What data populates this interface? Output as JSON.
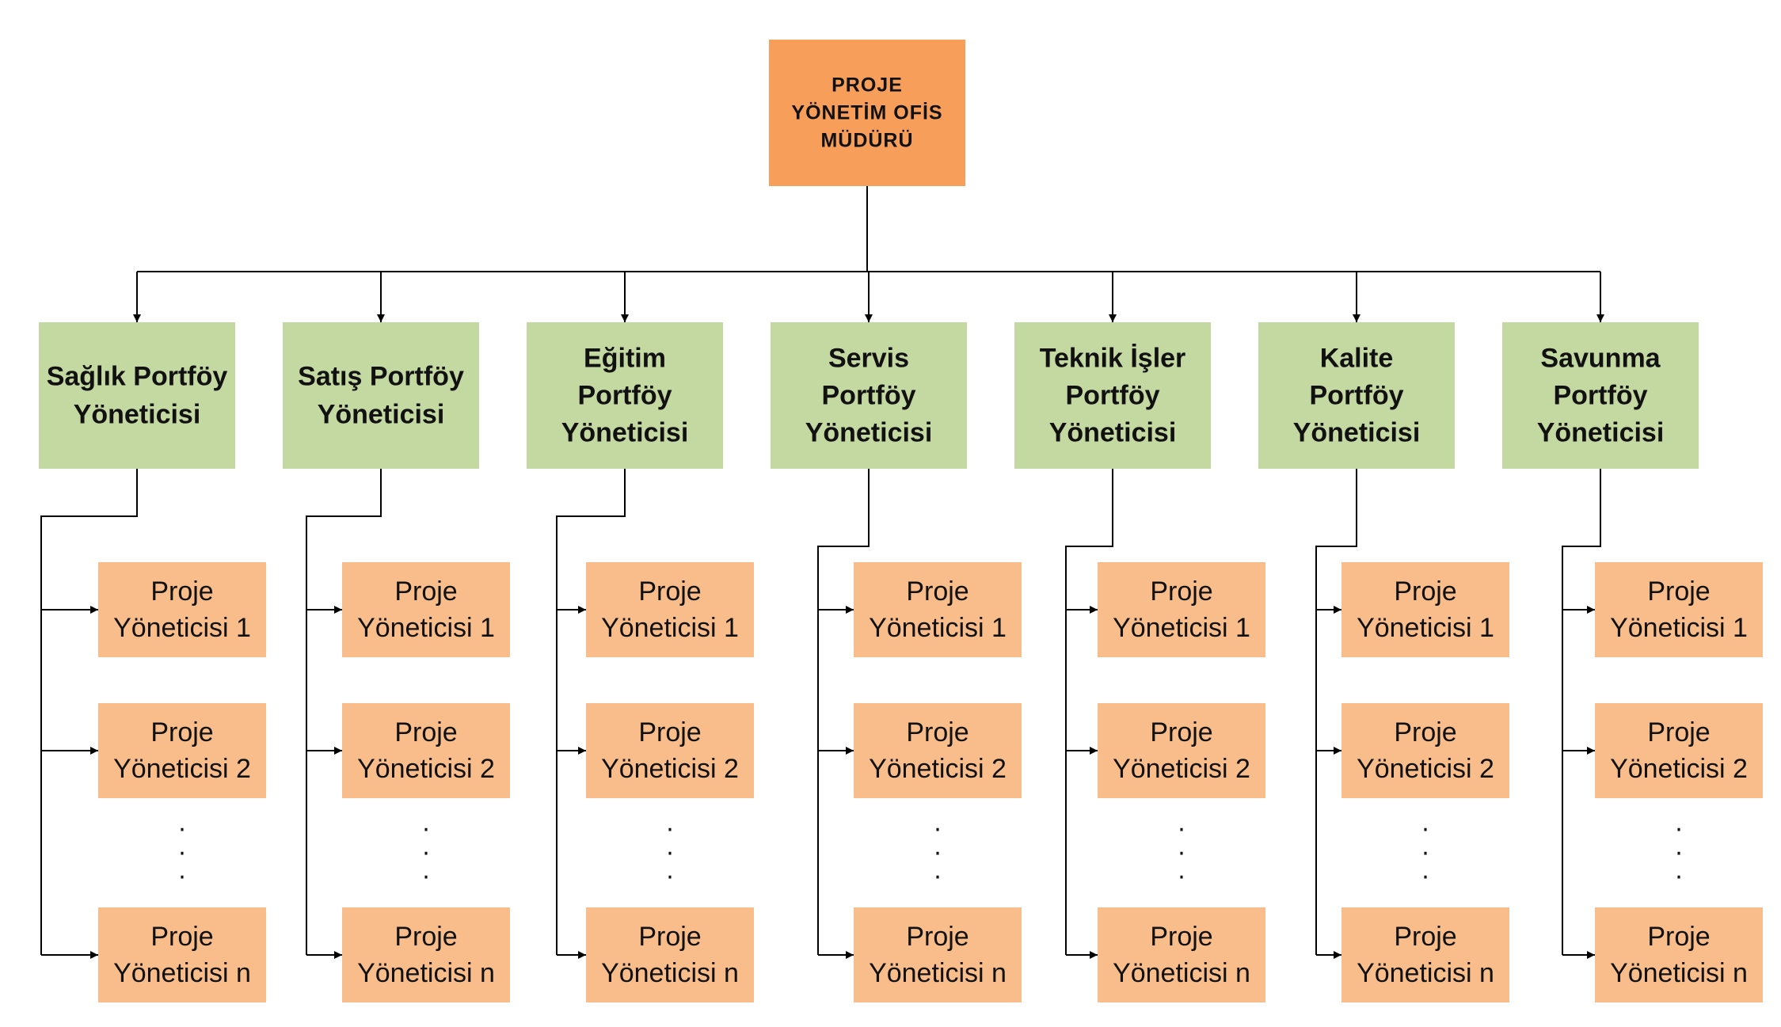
{
  "colors": {
    "top_fill": "#f79e5b",
    "manager_fill": "#c4d8a2",
    "pm_fill": "#f8bd8b",
    "line": "#000000"
  },
  "top": {
    "lines": [
      "PROJE",
      "YÖNETİM OFİS",
      "MÜDÜRÜ"
    ]
  },
  "managers": [
    {
      "lines": [
        "Sağlık Portföy",
        "Yöneticisi"
      ]
    },
    {
      "lines": [
        "Satış  Portföy",
        "Yöneticisi"
      ]
    },
    {
      "lines": [
        "Eğitim",
        "Portföy",
        "Yöneticisi"
      ]
    },
    {
      "lines": [
        "Servis",
        "Portföy",
        "Yöneticisi"
      ]
    },
    {
      "lines": [
        "Teknik İşler",
        "Portföy",
        "Yöneticisi"
      ]
    },
    {
      "lines": [
        "Kalite",
        "Portföy",
        "Yöneticisi"
      ]
    },
    {
      "lines": [
        "Savunma",
        "Portföy",
        "Yöneticisi"
      ]
    }
  ],
  "project_managers": [
    {
      "lines": [
        "Proje",
        "Yöneticisi 1"
      ]
    },
    {
      "lines": [
        "Proje",
        "Yöneticisi 2"
      ]
    },
    {
      "lines": [
        "Proje",
        "Yöneticisi n"
      ]
    }
  ],
  "ellipsis_dot": "."
}
